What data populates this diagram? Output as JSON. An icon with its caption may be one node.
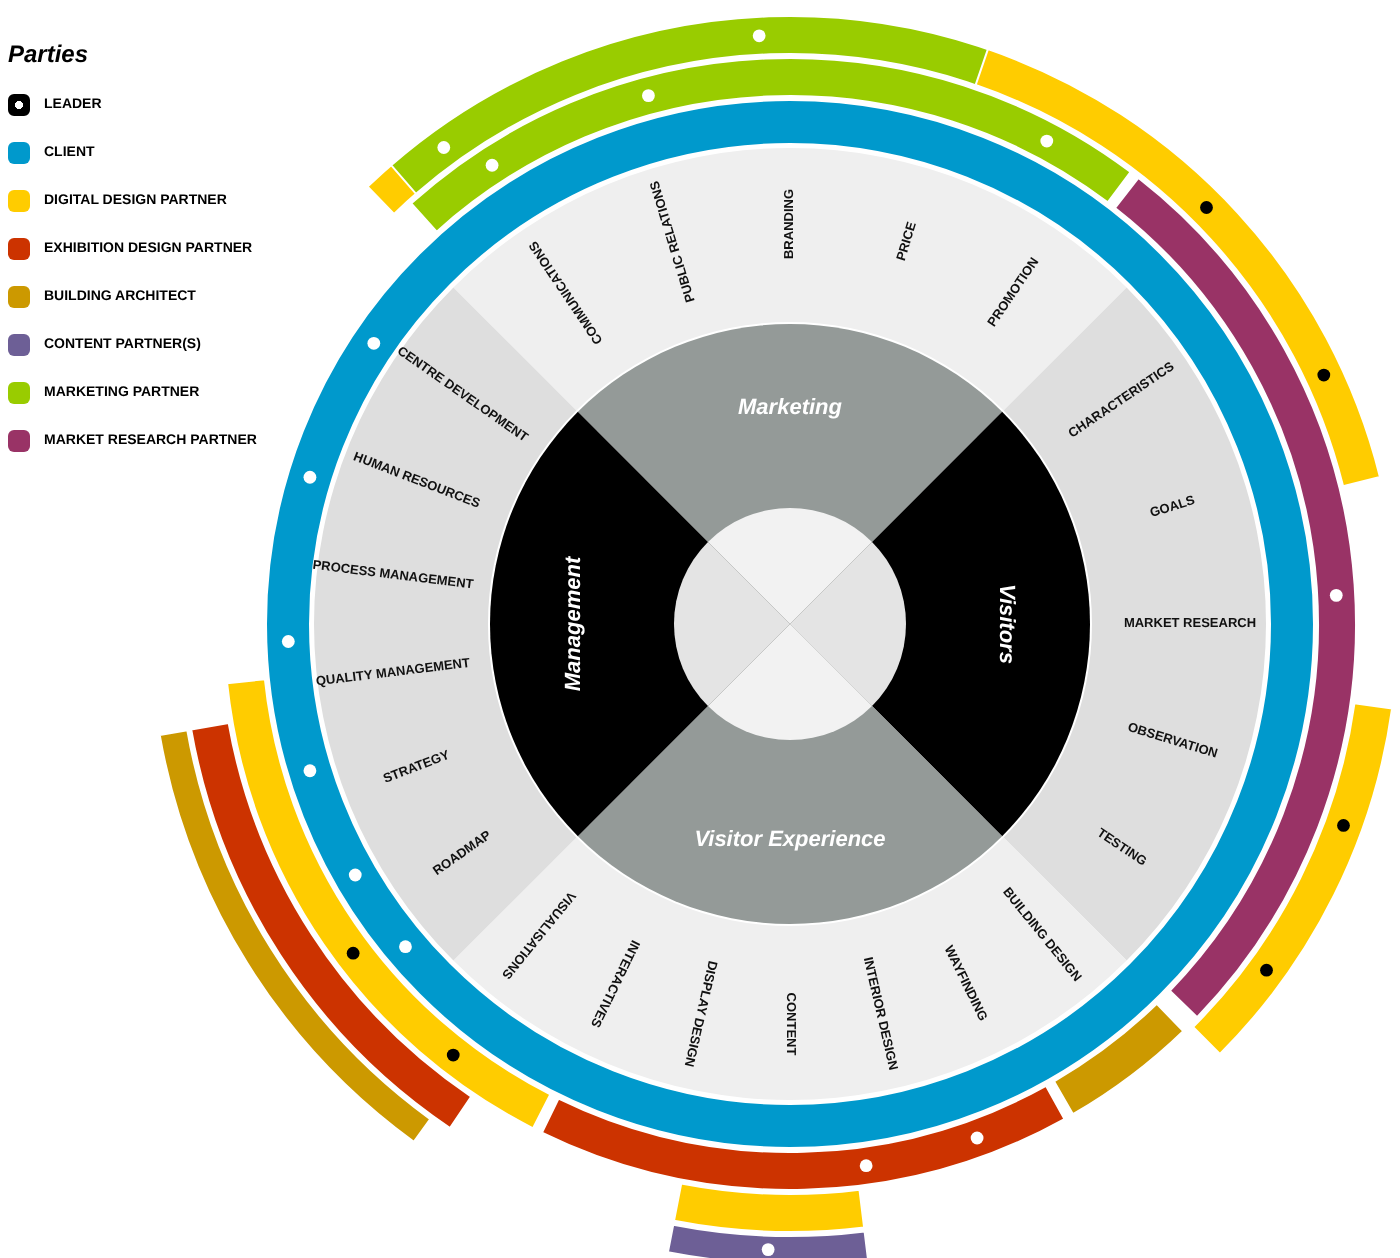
{
  "diagram": {
    "nodes": [
      {
        "text": [
          "Marketing"
        ]
      },
      {
        "text": [
          "Visitors"
        ]
      },
      {
        "text": [
          "Visitor Experience"
        ]
      },
      {
        "text": [
          "Management"
        ]
      },
      {
        "text": [
          "COMMUNICATIONS",
          "PUBLIC RELATIONS",
          "BRANDING",
          "PRICE",
          "PROMOTION"
        ]
      },
      {
        "text": [
          "CHARACTERISTICS",
          "GOALS",
          "MARKET RESEARCH",
          "OBSERVATION",
          "TESTING"
        ]
      },
      {
        "text": [
          "VISUALISATIONS",
          "INTERACTIVES",
          "DISPLAY DESIGN",
          "CONTENT",
          "INTERIOR DESIGN",
          "WAYFINDING",
          "BUILDING DESIGN"
        ]
      },
      {
        "text": [
          "CENTRE DEVELOPMENT",
          "HUMAN RESOURCES",
          "PROCESS MANAGEMENT",
          "QUALITY MANAGEMENT",
          "STRATEGY",
          "ROADMAP"
        ]
      }
    ],
    "labels": [
      "Parties"
    ],
    "legend": [
      {
        "text": "LEADER"
      },
      {
        "text": "CLIENT",
        "color": "#0099cc"
      },
      {
        "text": "DIGITAL DESIGN PARTNER",
        "color": "#ffcc00"
      },
      {
        "text": "EXHIBITION DESIGN PARTNER",
        "color": "#cc3300"
      },
      {
        "text": "BUILDING ARCHITECT",
        "color": "#cc9900"
      },
      {
        "text": "CONTENT PARTNER(S)",
        "color": "#6d5f96"
      },
      {
        "text": "MARKETING PARTNER",
        "color": "#99cc00"
      },
      {
        "text": "MARKET RESEARCH PARTNER",
        "color": "#993366"
      }
    ]
  }
}
